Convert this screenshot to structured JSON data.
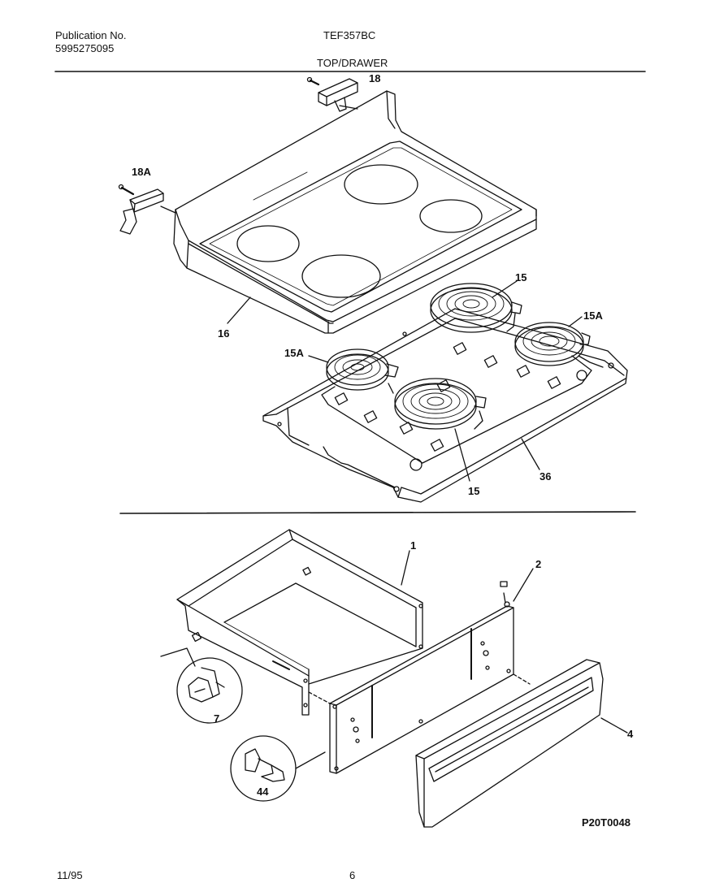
{
  "header": {
    "publication_label": "Publication No.",
    "publication_number": "5995275095",
    "model": "TEF357BC",
    "section_title": "TOP/DRAWER"
  },
  "callouts": {
    "c18": "18",
    "c18A": "18A",
    "c16": "16",
    "c15_top": "15",
    "c15A_right": "15A",
    "c15A_left": "15A",
    "c15_bottom": "15",
    "c36": "36",
    "c1": "1",
    "c2": "2",
    "c4": "4",
    "c7": "7",
    "c44": "44"
  },
  "footer": {
    "date": "11/95",
    "page": "6",
    "drawing_code": "P20T0048"
  }
}
